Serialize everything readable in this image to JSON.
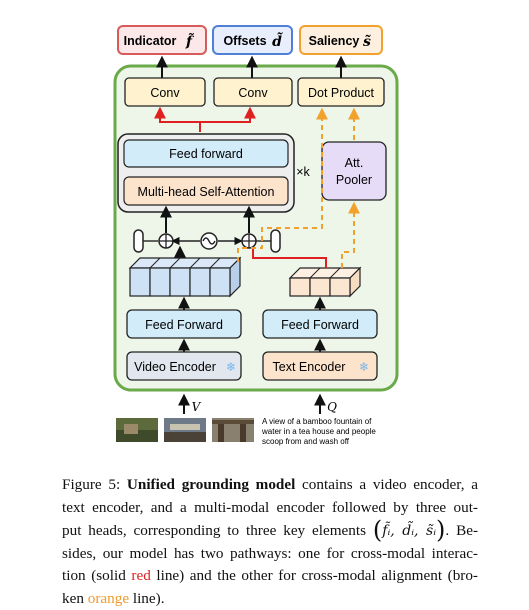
{
  "heads": {
    "indicator": "Indicator",
    "indicator_sym": "f̃",
    "offsets": "Offsets",
    "offsets_sym": "d̃",
    "saliency": "Saliency",
    "saliency_sym": "s̃"
  },
  "blocks": {
    "conv1": "Conv",
    "conv2": "Conv",
    "dot_product": "Dot Product",
    "feed_forward_top": "Feed forward",
    "mhsa": "Multi-head Self-Attention",
    "times_k": "×k",
    "att_pooler_line1": "Att.",
    "att_pooler_line2": "Pooler",
    "ff_video": "Feed Forward",
    "ff_text": "Feed Forward",
    "video_encoder": "Video Encoder",
    "text_encoder": "Text Encoder"
  },
  "inputs": {
    "v_label": "V",
    "q_label": "Q",
    "query_text_line1": "A view of a bamboo fountain of",
    "query_text_line2": "water in a tea house and people",
    "query_text_line3": "scoop from and wash off"
  },
  "caption": {
    "line1_prefix": "Figure 5: ",
    "line1_bold": "Unified grounding model",
    "line1_rest": " contains a video encoder, a",
    "line2": "text encoder, and a multi-modal encoder followed by three out-",
    "line3_before": "put heads, corresponding to three key elements",
    "line3_math": "f̃ᵢ, d̃ᵢ, s̃ᵢ",
    "line3_after": ". Be-",
    "line4": "sides, our model has two pathways: one for cross-modal interac-",
    "line5_before": "tion (solid ",
    "line5_red": "red",
    "line5_after": " line) and the other for cross-modal alignment (bro-",
    "line6_before": "ken ",
    "line6_orange": "orange",
    "line6_after": " line)."
  },
  "colors": {
    "green_border": "#6aaa4a",
    "green_fill": "#eef6ea",
    "red_line": "#e02020",
    "orange_line": "#f2a22c",
    "blue_box": "#d3ecf9",
    "yellow_box": "#fff3cf",
    "purple_box": "#e7dcf7",
    "orange_box": "#fce3cc",
    "indicator_border": "#d85b5b",
    "offsets_border": "#4f7fd8",
    "saliency_border": "#f2a22c"
  }
}
